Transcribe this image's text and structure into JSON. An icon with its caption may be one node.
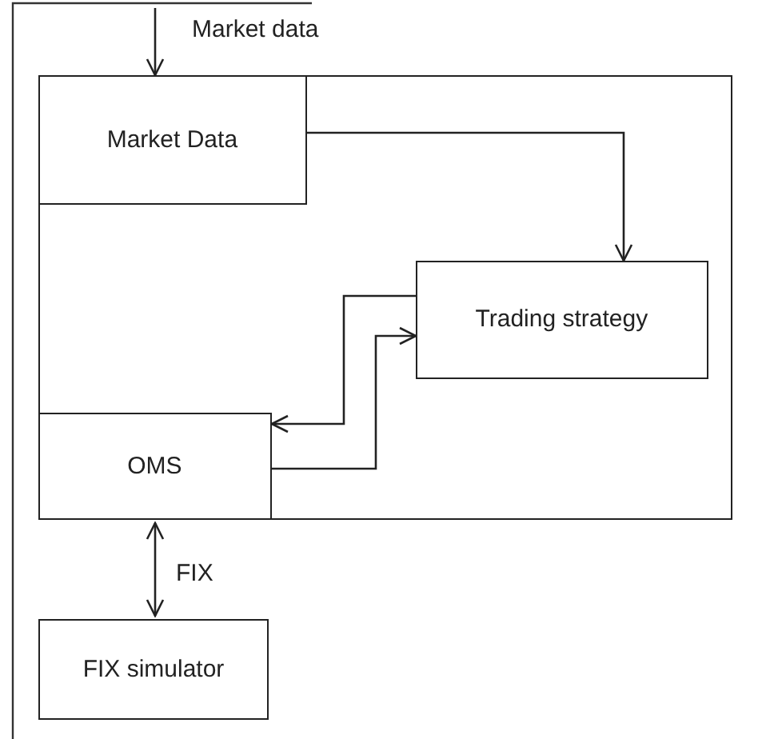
{
  "diagram": {
    "nodes": [
      {
        "text": [],
        "shape": "box"
      },
      {
        "text": [
          "Market Data"
        ],
        "in": 0
      },
      {
        "text": [
          "Trading strategy"
        ],
        "in": 0
      },
      {
        "text": [
          "OMS"
        ],
        "in": 0
      },
      {
        "text": [
          "FIX simulator"
        ]
      }
    ],
    "edges": [
      {
        "from": null,
        "to": 1,
        "arrow": "to",
        "label": "Market data"
      },
      {
        "from": 1,
        "to": 2,
        "arrow": "to"
      },
      {
        "from": 2,
        "to": 3,
        "arrow": "to"
      },
      {
        "from": 3,
        "to": 2,
        "arrow": "to"
      },
      {
        "from": 3,
        "to": 4,
        "arrow": "both",
        "label": "FIX"
      }
    ]
  }
}
